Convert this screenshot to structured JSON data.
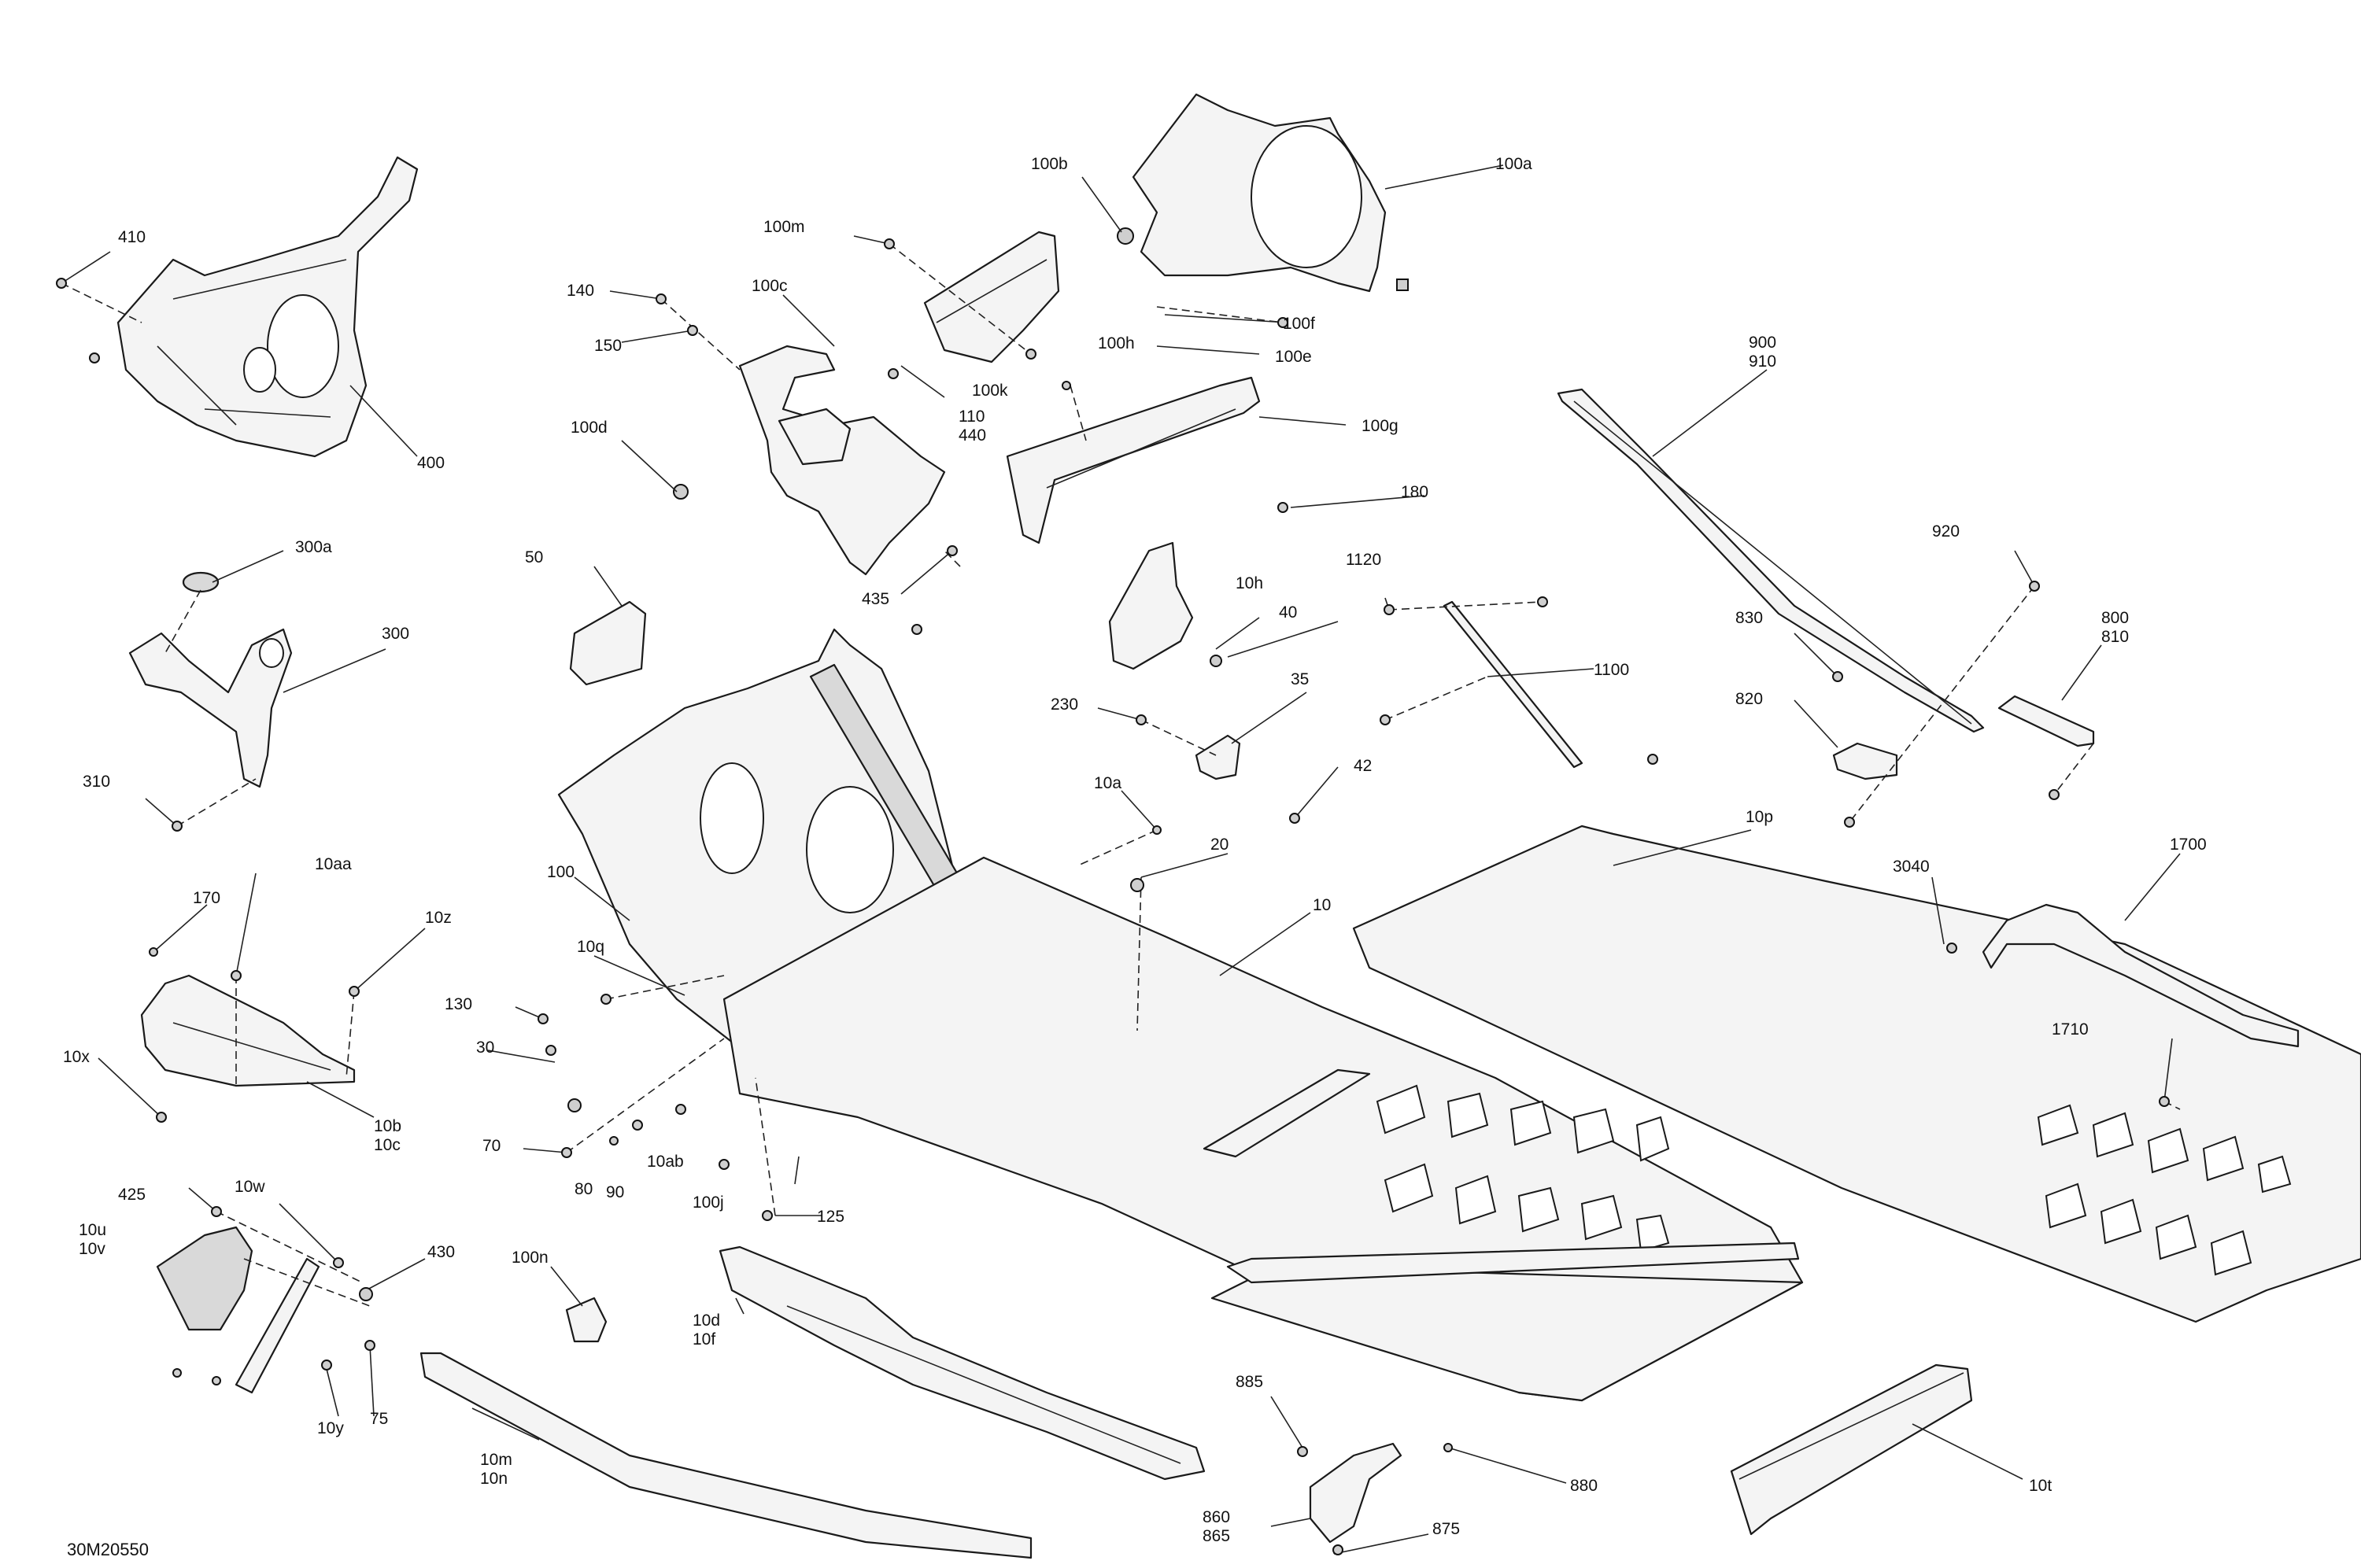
{
  "diagram_id": "30M20550",
  "labels": {
    "l410": "410",
    "l400": "400",
    "l300a": "300a",
    "l300": "300",
    "l310": "310",
    "l140": "140",
    "l150": "150",
    "l100c": "100c",
    "l100d": "100d",
    "l100m": "100m",
    "l100b": "100b",
    "l100a": "100a",
    "l100f": "100f",
    "l100e": "100e",
    "l100h": "100h",
    "l100k": "100k",
    "l110": "110",
    "l440": "440",
    "l100g": "100g",
    "l180": "180",
    "l435": "435",
    "l900": "900",
    "l910": "910",
    "l50": "50",
    "l1120": "1120",
    "l10h": "10h",
    "l40": "40",
    "l1100": "1100",
    "l920": "920",
    "l830": "830",
    "l800": "800",
    "l810": "810",
    "l820": "820",
    "l35": "35",
    "l230": "230",
    "l42": "42",
    "l10a": "10a",
    "l10p": "10p",
    "l20": "20",
    "l10": "10",
    "l100": "100",
    "l3040": "3040",
    "l1700": "1700",
    "l10aa": "10aa",
    "l170": "170",
    "l10z": "10z",
    "l10q": "10q",
    "l130": "130",
    "l30": "30",
    "l10x": "10x",
    "l10b": "10b",
    "l10c": "10c",
    "l1710": "1710",
    "l70": "70",
    "l80": "80",
    "l90": "90",
    "l10ab": "10ab",
    "l100j": "100j",
    "l125": "125",
    "l425": "425",
    "l10w": "10w",
    "l10u": "10u",
    "l10v": "10v",
    "l430": "430",
    "l100n": "100n",
    "l10d": "10d",
    "l10f": "10f",
    "l10y": "10y",
    "l75": "75",
    "l10m": "10m",
    "l10n": "10n",
    "l885": "885",
    "l880": "880",
    "l860": "860",
    "l865": "865",
    "l875": "875",
    "l10t": "10t"
  }
}
